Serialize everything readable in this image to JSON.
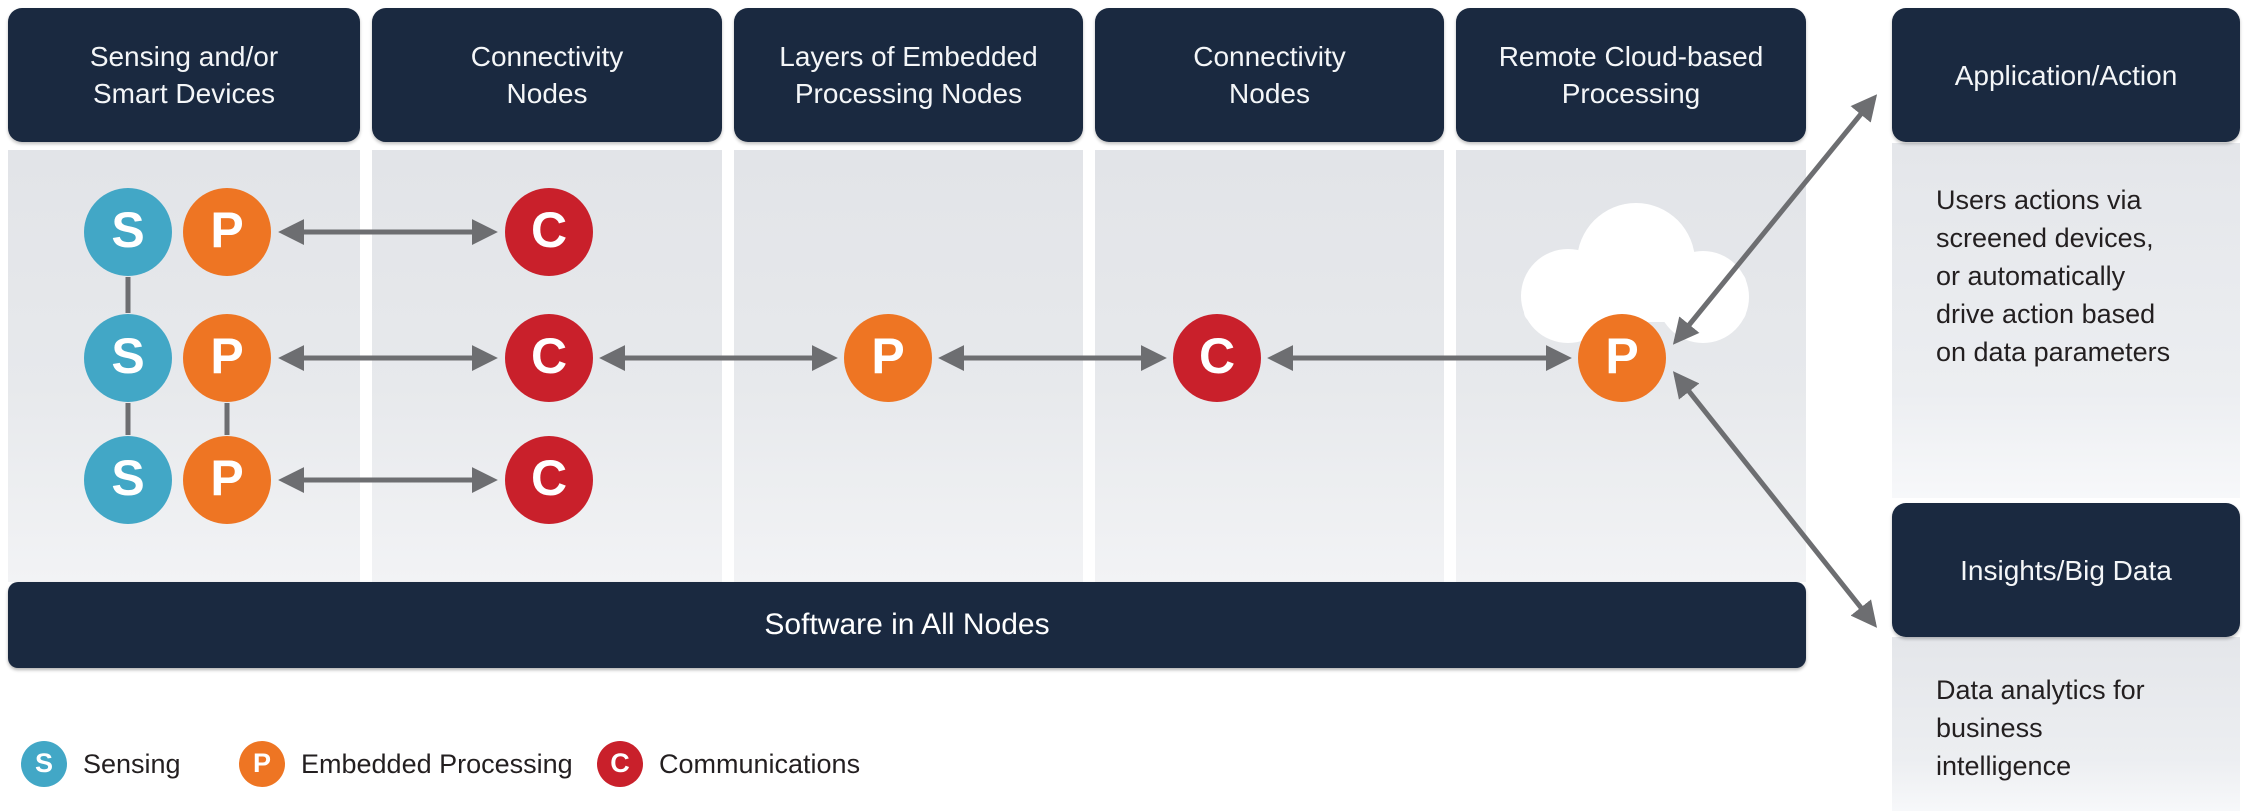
{
  "headers": {
    "col1": "Sensing and/or Smart Devices",
    "col2": "Connectivity Nodes",
    "col3": "Layers of Embedded Processing Nodes",
    "col4": "Connectivity Nodes",
    "col5": "Remote Cloud-based Processing",
    "application": "Application/Action",
    "insights": "Insights/Big Data"
  },
  "panels": {
    "application_text": "Users actions via screened devices, or automatically drive action based on data parameters",
    "insights_text": "Data analytics for business intelligence"
  },
  "banner": {
    "label": "Software in All Nodes"
  },
  "nodes": [
    {
      "letter": "S",
      "type": "sensing"
    },
    {
      "letter": "P",
      "type": "embedded-processing"
    },
    {
      "letter": "C",
      "type": "communications"
    },
    {
      "letter": "S",
      "type": "sensing"
    },
    {
      "letter": "P",
      "type": "embedded-processing"
    },
    {
      "letter": "C",
      "type": "communications"
    },
    {
      "letter": "P",
      "type": "embedded-processing"
    },
    {
      "letter": "C",
      "type": "communications"
    },
    {
      "letter": "P",
      "type": "embedded-processing"
    },
    {
      "letter": "S",
      "type": "sensing"
    },
    {
      "letter": "P",
      "type": "embedded-processing"
    },
    {
      "letter": "C",
      "type": "communications"
    }
  ],
  "legend": {
    "items": [
      {
        "symbol": "S",
        "label": "Sensing"
      },
      {
        "symbol": "P",
        "label": "Embedded Processing"
      },
      {
        "symbol": "C",
        "label": "Communications"
      }
    ]
  },
  "colors": {
    "header_navy": "#1a2940",
    "sensing_teal": "#42a7c6",
    "processing_orange": "#ee7523",
    "communications_red": "#c9202b",
    "arrow_gray": "#6d6e71",
    "panel_gray": "#e4e6ea"
  }
}
